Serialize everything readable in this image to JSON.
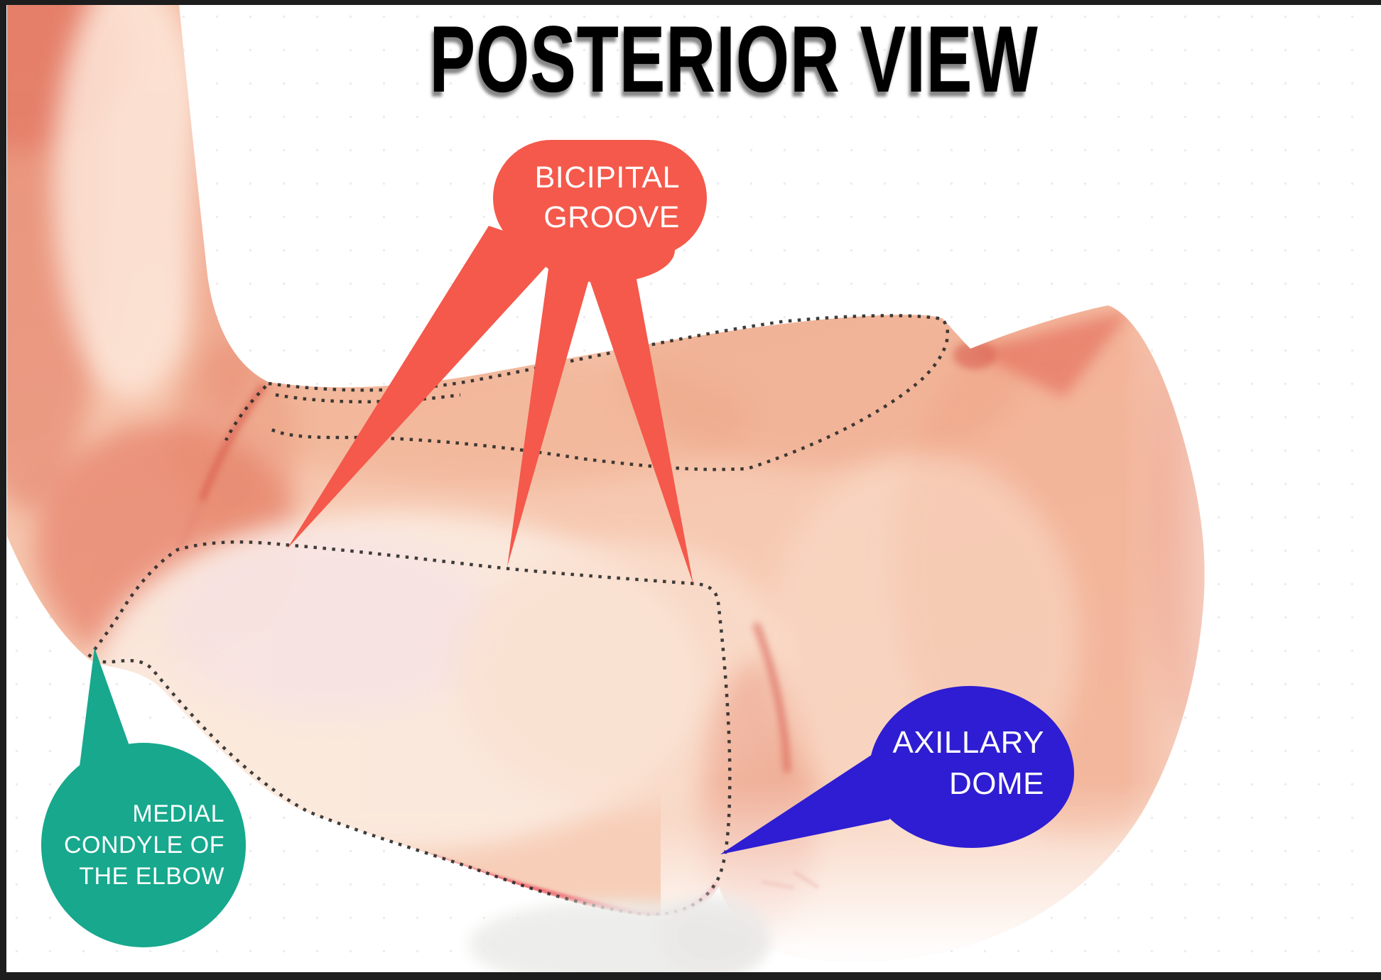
{
  "title": {
    "text": "POSTERIOR VIEW"
  },
  "frame": {
    "color": "#1d1d1d"
  },
  "canvas": {
    "background": "#ffffff"
  },
  "callouts": {
    "bicipital_groove": {
      "lines": [
        "BICIPITAL",
        "GROOVE"
      ],
      "color": "#F4594B",
      "text_color": "#ffffff",
      "pointer_count": 3
    },
    "medial_condyle": {
      "lines": [
        "MEDIAL",
        "CONDYLE OF",
        "THE ELBOW"
      ],
      "color": "#17A88D",
      "text_color": "#ffffff",
      "pointer_count": 1
    },
    "axillary_dome": {
      "lines": [
        "AXILLARY",
        "DOME"
      ],
      "color": "#2E1DD2",
      "text_color": "#ffffff",
      "pointer_count": 1
    }
  },
  "illustration": {
    "alt": "Flesh-toned posterior illustration of a flexed arm, elbow and shoulder with black dotted outlines marking the deltoid and triceps regions"
  }
}
